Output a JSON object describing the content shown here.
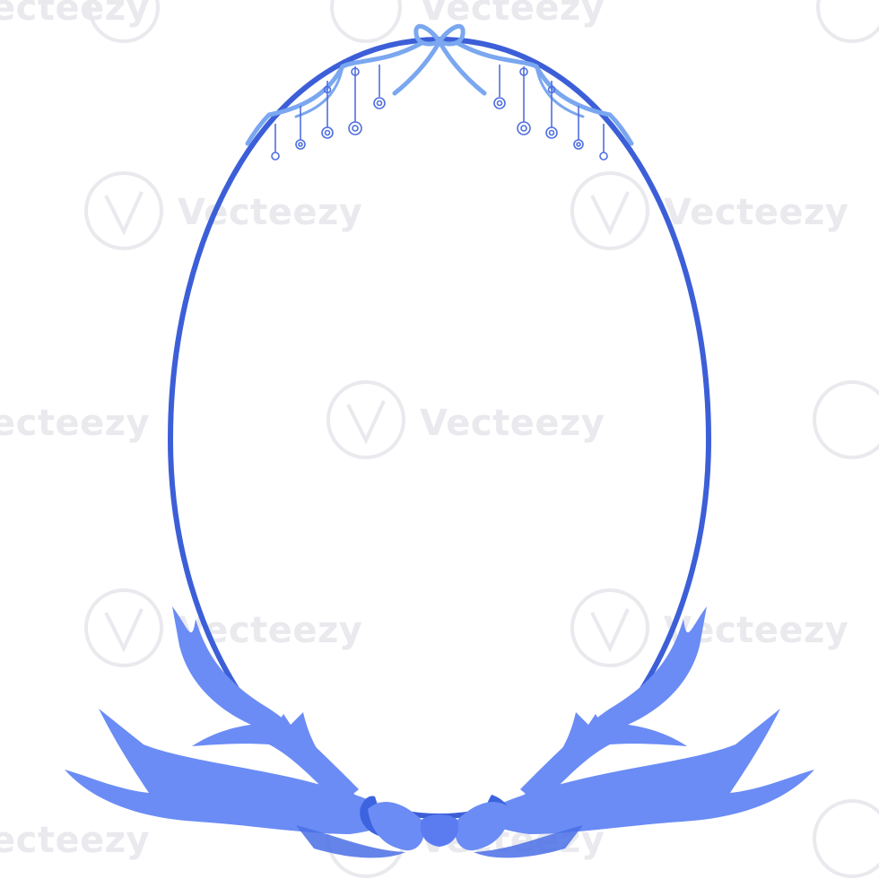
{
  "watermark": {
    "brand": "Vecteezy",
    "fragment": "ecteezy",
    "logo_icon": "vecteezy-v-logo-icon",
    "color": "#e9e9ee"
  },
  "frame": {
    "shape": "oval-egg-frame",
    "stroke_color": "#3c5fd8"
  },
  "decorations": {
    "top": "ribbon-garland-with-hanging-beads",
    "ribbon_color": "#7aa7f0",
    "bead_color": "#4f6fe0",
    "bottom": "ribbon-bow-with-leaves",
    "bow_color": "#6b8cf5",
    "bow_shadow_color": "#3d63df"
  }
}
